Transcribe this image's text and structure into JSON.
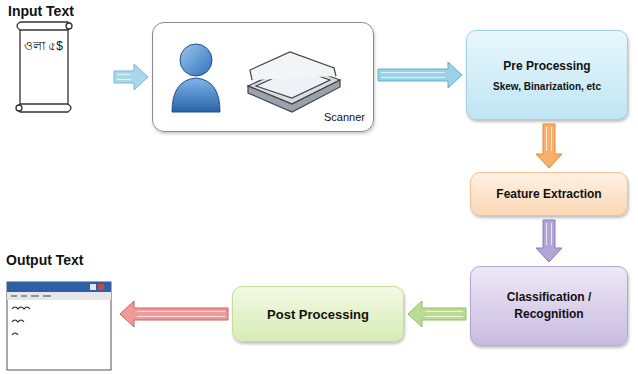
{
  "diagram": {
    "nodes": [
      {
        "text": [
          "Input Text",
          "ওলা ৫$"
        ]
      },
      {
        "text": [
          "Scanner"
        ]
      },
      {
        "text": [
          "Pre Processing",
          "Skew, Binarization, etc"
        ]
      },
      {
        "text": [
          "Feature Extraction"
        ]
      },
      {
        "text": [
          "Classification / Recognition"
        ]
      },
      {
        "text": [
          "Post Processing"
        ]
      },
      {
        "text": [
          "Output Text"
        ]
      }
    ],
    "edges": [
      {
        "from": 0,
        "to": 1,
        "arrow": "to"
      },
      {
        "from": 1,
        "to": 2,
        "arrow": "to"
      },
      {
        "from": 2,
        "to": 3,
        "arrow": "to"
      },
      {
        "from": 3,
        "to": 4,
        "arrow": "to"
      },
      {
        "from": 4,
        "to": 5,
        "arrow": "to"
      },
      {
        "from": 5,
        "to": 6,
        "arrow": "to"
      }
    ]
  }
}
